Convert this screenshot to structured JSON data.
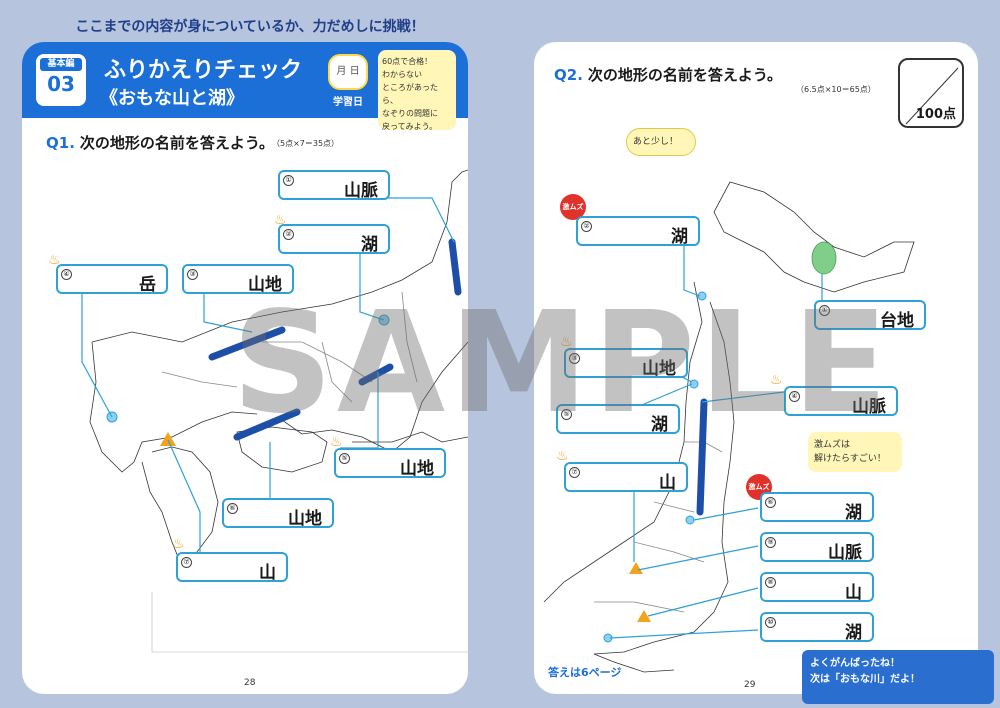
{
  "banner": "ここまでの内容が身についているか、力だめしに挑戦！",
  "left_page": {
    "lesson_kind": "基本編",
    "lesson_number": "03",
    "title": "ふりかえりチェック",
    "subtitle": "《おもな山と湖》",
    "calendar_label": "月  日",
    "calendar_caption": "学習日",
    "tip": [
      "60点で合格！",
      "わからない",
      "ところがあったら、",
      "なぞりの問題に",
      "戻ってみよう。"
    ],
    "question_number": "Q1.",
    "question_text": "次の地形の名前を答えよう。",
    "score_formula": "（5点×7＝35点）",
    "page_number": "28",
    "answers": [
      {
        "num": "①",
        "suffix": "山脈"
      },
      {
        "num": "②",
        "suffix": "湖"
      },
      {
        "num": "③",
        "suffix": "山地"
      },
      {
        "num": "④",
        "suffix": "岳"
      },
      {
        "num": "⑤",
        "suffix": "山地"
      },
      {
        "num": "⑥",
        "suffix": "山地"
      },
      {
        "num": "⑦",
        "suffix": "山"
      }
    ]
  },
  "right_page": {
    "question_number": "Q2.",
    "question_text": "次の地形の名前を答えよう。",
    "score_formula": "（6.5点×10＝65点）",
    "score_total": "100点",
    "hint_bubble": "あと少し！",
    "cheer_bubble": [
      "激ムズは",
      "解けたらすごい！"
    ],
    "hard_label": "激ムズ",
    "answer_ref": "答えは6ページ",
    "page_number": "29",
    "footer": [
      "よくがんばったね！",
      "次は「おもな川」だよ！"
    ],
    "answers": [
      {
        "num": "①",
        "suffix": "台地"
      },
      {
        "num": "②",
        "suffix": "湖"
      },
      {
        "num": "③",
        "suffix": "山地"
      },
      {
        "num": "④",
        "suffix": "山脈"
      },
      {
        "num": "⑤",
        "suffix": "湖"
      },
      {
        "num": "⑥",
        "suffix": "湖"
      },
      {
        "num": "⑦",
        "suffix": "山"
      },
      {
        "num": "⑧",
        "suffix": "山"
      },
      {
        "num": "⑨",
        "suffix": "山脈"
      },
      {
        "num": "⑩",
        "suffix": "湖"
      }
    ]
  },
  "watermark": "SAMPLE",
  "colors": {
    "accent": "#1b6fd6",
    "answer_border": "#2ea1d6",
    "hard": "#e0322b",
    "note": "#fff6b8"
  }
}
